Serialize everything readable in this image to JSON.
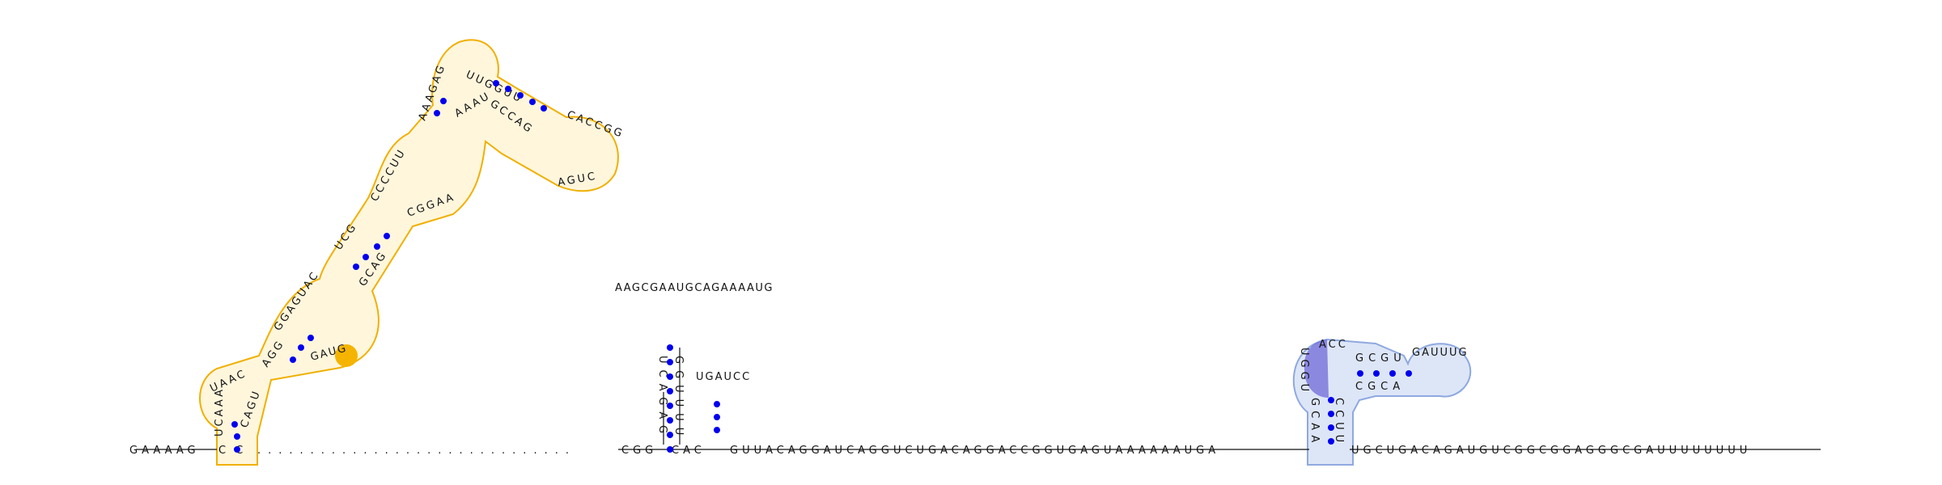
{
  "colors": {
    "base_text": "#111111",
    "base_pair_dot": "#0000ee",
    "highlight_orange_fill": "#fff6dc",
    "highlight_orange_stroke": "#f0b000",
    "highlight_orange_motif": "#f5b400",
    "highlight_blue_fill": "#dde6f7",
    "highlight_blue_stroke": "#8fa8e0",
    "highlight_blue_motif": "#6f68d8"
  },
  "sequence": {
    "five_prime": "GAAAAG",
    "gap_left": "CC",
    "dots": "..............................",
    "connector_1": "CGG",
    "connector_2": "CAC",
    "tail_1": "GUUACAGGAUCAGGUCUGACAGGACCGGUGAGUAAAAAAUGA",
    "tail_2": "UGCUGACAGAUGUCGGCGGAGGGCGAUUUUUUUU"
  },
  "structures": {
    "orange": {
      "stem1_left": "UCAAA",
      "stem1_right": "CAGU",
      "loop1": "UAAC",
      "stem2_left": "AGG",
      "motif": "GAUG",
      "loop2": "GGAGUAC",
      "stem3_left": "UCG",
      "stem3_right": "GCAG",
      "loop3_left": "CCCCUU",
      "loop3_right": "CGGAA",
      "stem4_left": "AAAGAG",
      "stem4_right": "AAAU",
      "stem5_left": "UUGGUU",
      "stem5_right": "GCCAG",
      "loop5": "CACCGG",
      "loop5b": "AGUC"
    },
    "hairpin_black": {
      "stem_left": "UCAGAG",
      "stem_right": "GGUUUU",
      "loop": "AAGCGAAUGCAGAAAAUG",
      "small_loop": "UGAUCC"
    },
    "blue": {
      "motif": "UGGU",
      "stem_left": "GCAA",
      "stem_right": "CCUU",
      "loop_top": "ACC",
      "hp_top": "GCGU",
      "hp_bottom": "CGCA",
      "hp_loop": "GAUUUG"
    }
  }
}
